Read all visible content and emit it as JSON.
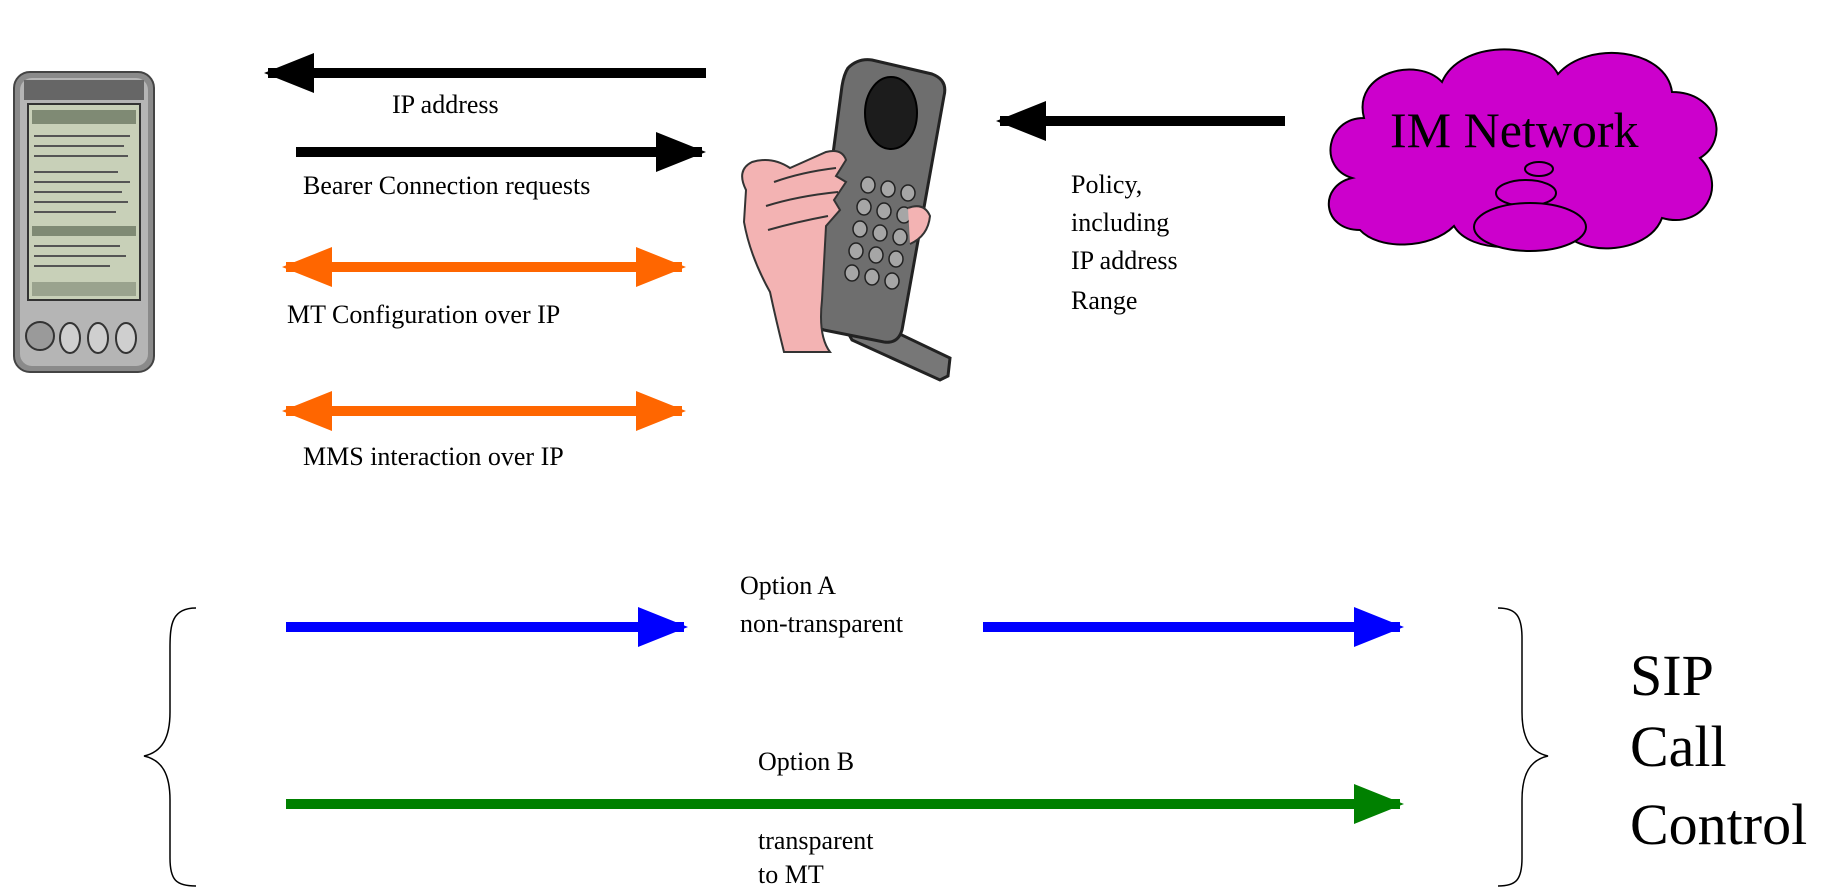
{
  "labels": {
    "ip_address": "IP address",
    "bearer_connection": "Bearer Connection requests",
    "mt_configuration": "MT Configuration over IP",
    "mms_interaction": "MMS interaction over IP",
    "policy": [
      "Policy,",
      "including",
      "IP address",
      "Range"
    ],
    "im_network": "IM Network",
    "option_a": "Option A",
    "non_transparent": "non-transparent",
    "option_b": "Option  B",
    "transparent": [
      "transparent",
      "to MT"
    ],
    "sip": [
      "SIP",
      "Call",
      "Control"
    ]
  },
  "colors": {
    "black_arrow": "#000000",
    "orange_arrow": "#ff6600",
    "blue_arrow": "#0000ff",
    "green_arrow": "#008000",
    "cloud_fill": "#cc00cc"
  },
  "icons": {
    "pda": "pocket-pc-icon",
    "phone": "mobile-phone-in-hand-icon",
    "cloud": "cloud-icon"
  }
}
